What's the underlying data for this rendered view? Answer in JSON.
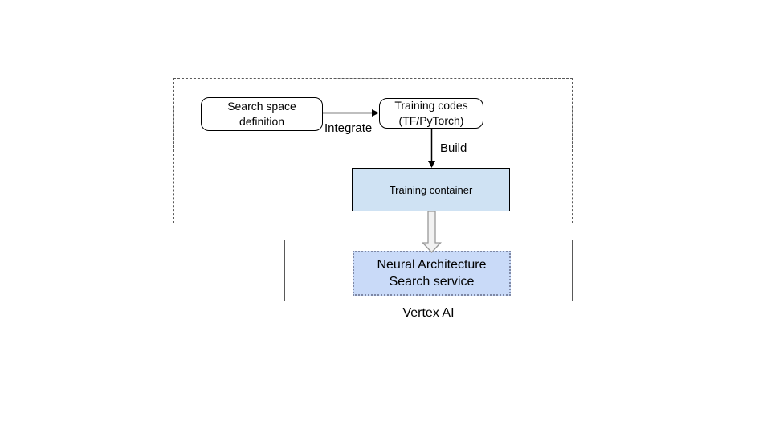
{
  "diagram": {
    "nodes": {
      "search_space": {
        "label": "Search space\ndefinition"
      },
      "training_codes": {
        "label": "Training codes\n(TF/PyTorch)"
      },
      "training_container": {
        "label": "Training container"
      },
      "nas_service": {
        "label": "Neural Architecture\nSearch service"
      }
    },
    "edges": {
      "integrate": {
        "label": "Integrate"
      },
      "build": {
        "label": "Build"
      }
    },
    "groups": {
      "vertex_ai": {
        "label": "Vertex AI"
      }
    },
    "colors": {
      "background": "#ffffff",
      "node_border": "#000000",
      "group_dashed_border": "#595959",
      "vertex_border": "#595959",
      "training_container_fill": "#cfe2f3",
      "nas_service_fill": "#c9daf8",
      "nas_service_border": "#7e88a5",
      "thick_arrow_fill": "#f2f2f2",
      "thick_arrow_stroke": "#999999",
      "thin_arrow_stroke": "#000000"
    }
  }
}
